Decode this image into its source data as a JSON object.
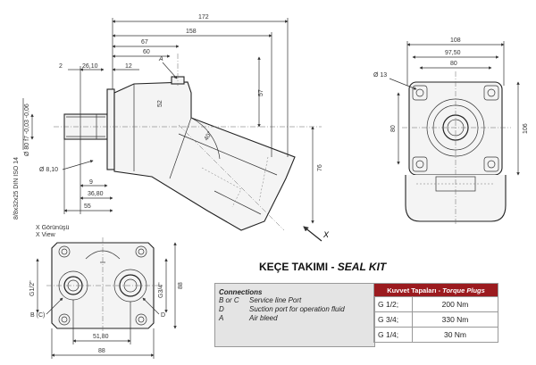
{
  "side_view": {
    "dims": {
      "d172": "172",
      "d158": "158",
      "d67": "67",
      "d60": "60",
      "d2": "2",
      "d26_10": "26,10",
      "d12": "12",
      "d57": "57",
      "d52": "52",
      "d40deg": "40°",
      "d76": "76",
      "d8_10": "Ø 8,10",
      "d9": "9",
      "d36_80": "36,80",
      "d55": "55",
      "d80_f7": "Ø 80 f7 -0,03 -0,06",
      "spline": "8/8x32x25 DIN ISO 14"
    },
    "label_a": "A",
    "x_arrow": "X",
    "x_view_tr": "X Görünüşü",
    "x_view_en": "X View"
  },
  "front_view": {
    "dims": {
      "d108": "108",
      "d97_50": "97,50",
      "d80": "80",
      "d13": "Ø 13",
      "d80v": "80",
      "d106": "106"
    }
  },
  "port_view": {
    "labels": {
      "g12": "G1/2\"",
      "g34": "G3/4\"",
      "bc": "B (C)",
      "d": "D",
      "d88v": "88",
      "d51_80": "51,80",
      "d88h": "88"
    }
  },
  "seal_kit": {
    "title_tr": "KEÇE TAKIMI - ",
    "title_en": "SEAL KIT"
  },
  "connections": {
    "heading": "Connections",
    "rows": [
      {
        "key": "B or C",
        "value": "Service line Port"
      },
      {
        "key": "D",
        "value": "Suction port for operation fluid"
      },
      {
        "key": "A",
        "value": "Air bleed"
      }
    ]
  },
  "plugs": {
    "header_tr": "Kuvvet Tapaları - ",
    "header_en": "Torque Plugs",
    "rows": [
      {
        "size": "G 1/2;",
        "torque": "200 Nm"
      },
      {
        "size": "G 3/4;",
        "torque": "330 Nm"
      },
      {
        "size": "G 1/4;",
        "torque": "30 Nm"
      }
    ]
  }
}
